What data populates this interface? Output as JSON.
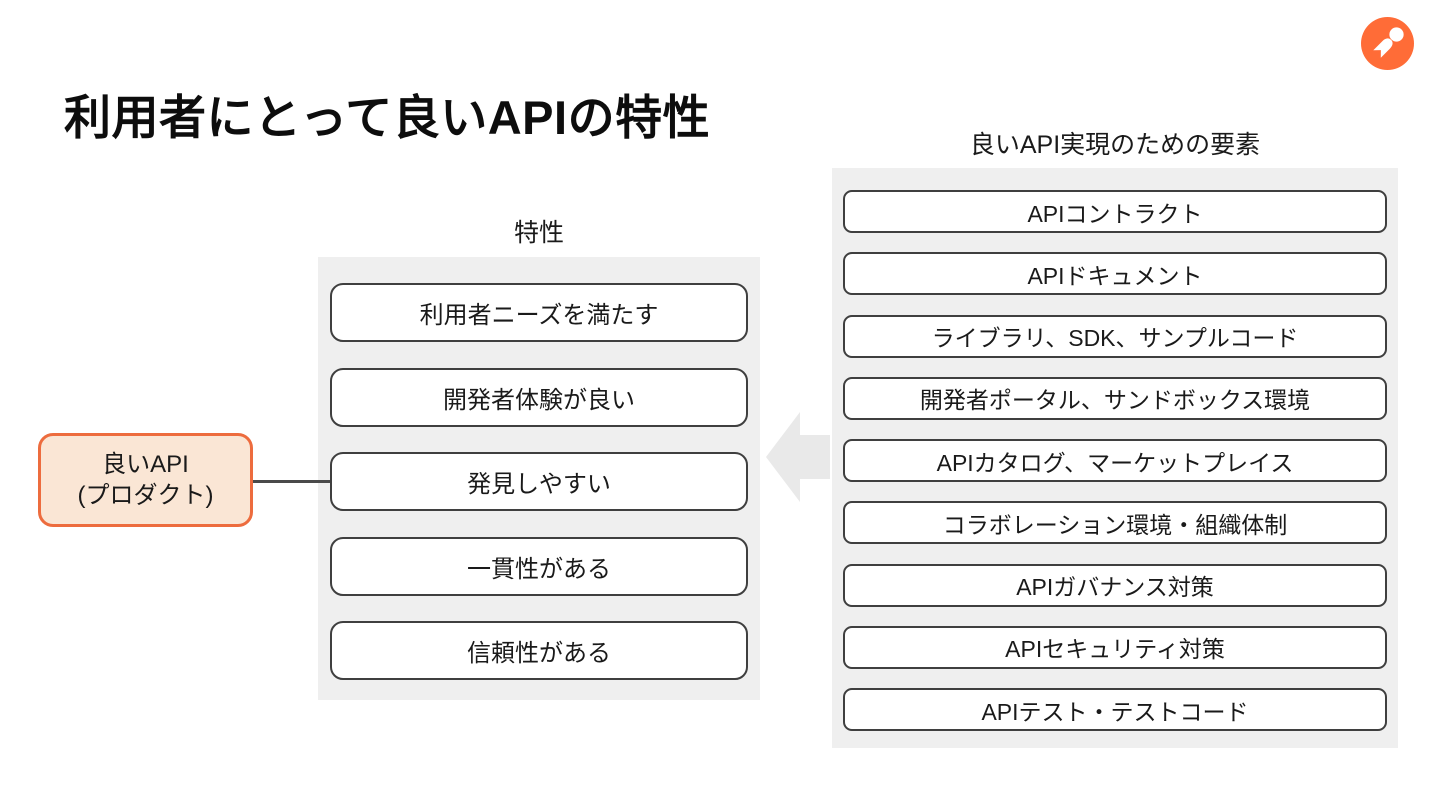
{
  "title": "利用者にとって良いAPIの特性",
  "logo": {
    "name": "postman-logo",
    "color": "#FF6C37"
  },
  "product_box": {
    "line1": "良いAPI",
    "line2": "(プロダクト)"
  },
  "characteristics_panel": {
    "header": "特性",
    "items": [
      "利用者ニーズを満たす",
      "開発者体験が良い",
      "発見しやすい",
      "一貫性がある",
      "信頼性がある"
    ]
  },
  "elements_panel": {
    "header": "良いAPI実現のための要素",
    "items": [
      "APIコントラクト",
      "APIドキュメント",
      "ライブラリ、SDK、サンプルコード",
      "開発者ポータル、サンドボックス環境",
      "APIカタログ、マーケットプレイス",
      "コラボレーション環境・組織体制",
      "APIガバナンス対策",
      "APIセキュリティ対策",
      "APIテスト・テストコード"
    ]
  },
  "colors": {
    "accent": "#FF6C37",
    "panel_bg": "#EFEFEF",
    "box_border": "#3F3F3F",
    "product_fill": "#FAE6D5",
    "product_border": "#ED6C3E",
    "arrow": "#E9E9E9",
    "connector": "#4A4A4A"
  }
}
